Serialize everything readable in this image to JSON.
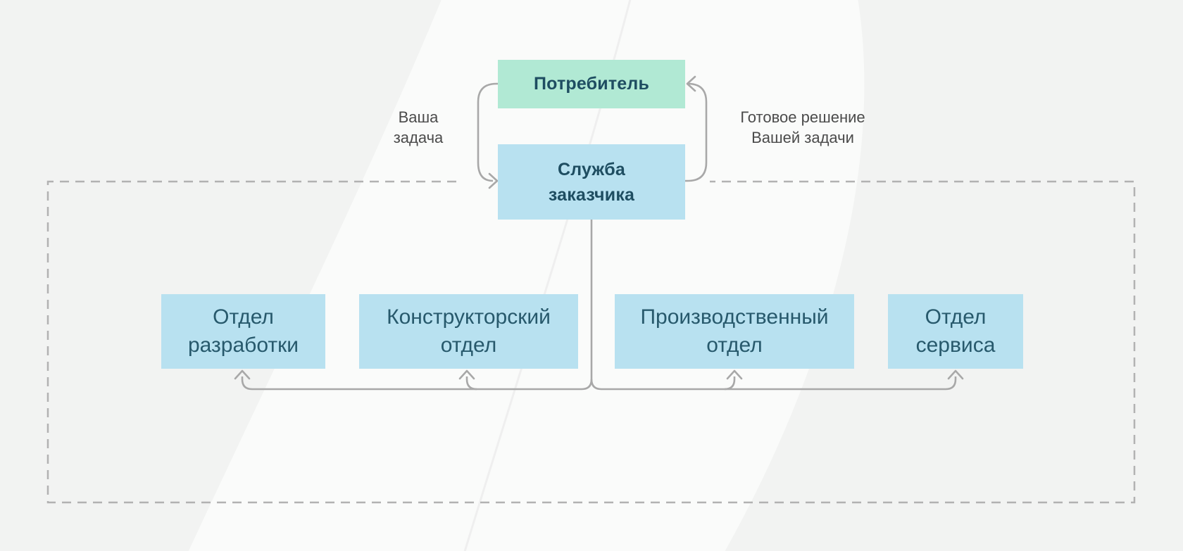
{
  "consumer": {
    "label": "Потребитель"
  },
  "service": {
    "label": "Служба\nзаказчика"
  },
  "departments": [
    {
      "label": "Отдел\nразработки"
    },
    {
      "label": "Конструкторский\nотдел"
    },
    {
      "label": "Производственный\nотдел"
    },
    {
      "label": "Отдел\nсервиса"
    }
  ],
  "annotations": {
    "left": "Ваша\nзадача",
    "right": "Готовое решение\nВашей задачи"
  },
  "colors": {
    "background": "#f2f3f2",
    "background_swoosh": "#fafbfa",
    "consumer_fill": "#b1e9d4",
    "department_fill": "#b8e1f0",
    "box_text_dark": "#1e4d61",
    "box_text_department": "#27596c",
    "annotation_text": "#4b4b4b",
    "connector": "#a8a8a8",
    "dashed_border": "#b2b2b2"
  }
}
